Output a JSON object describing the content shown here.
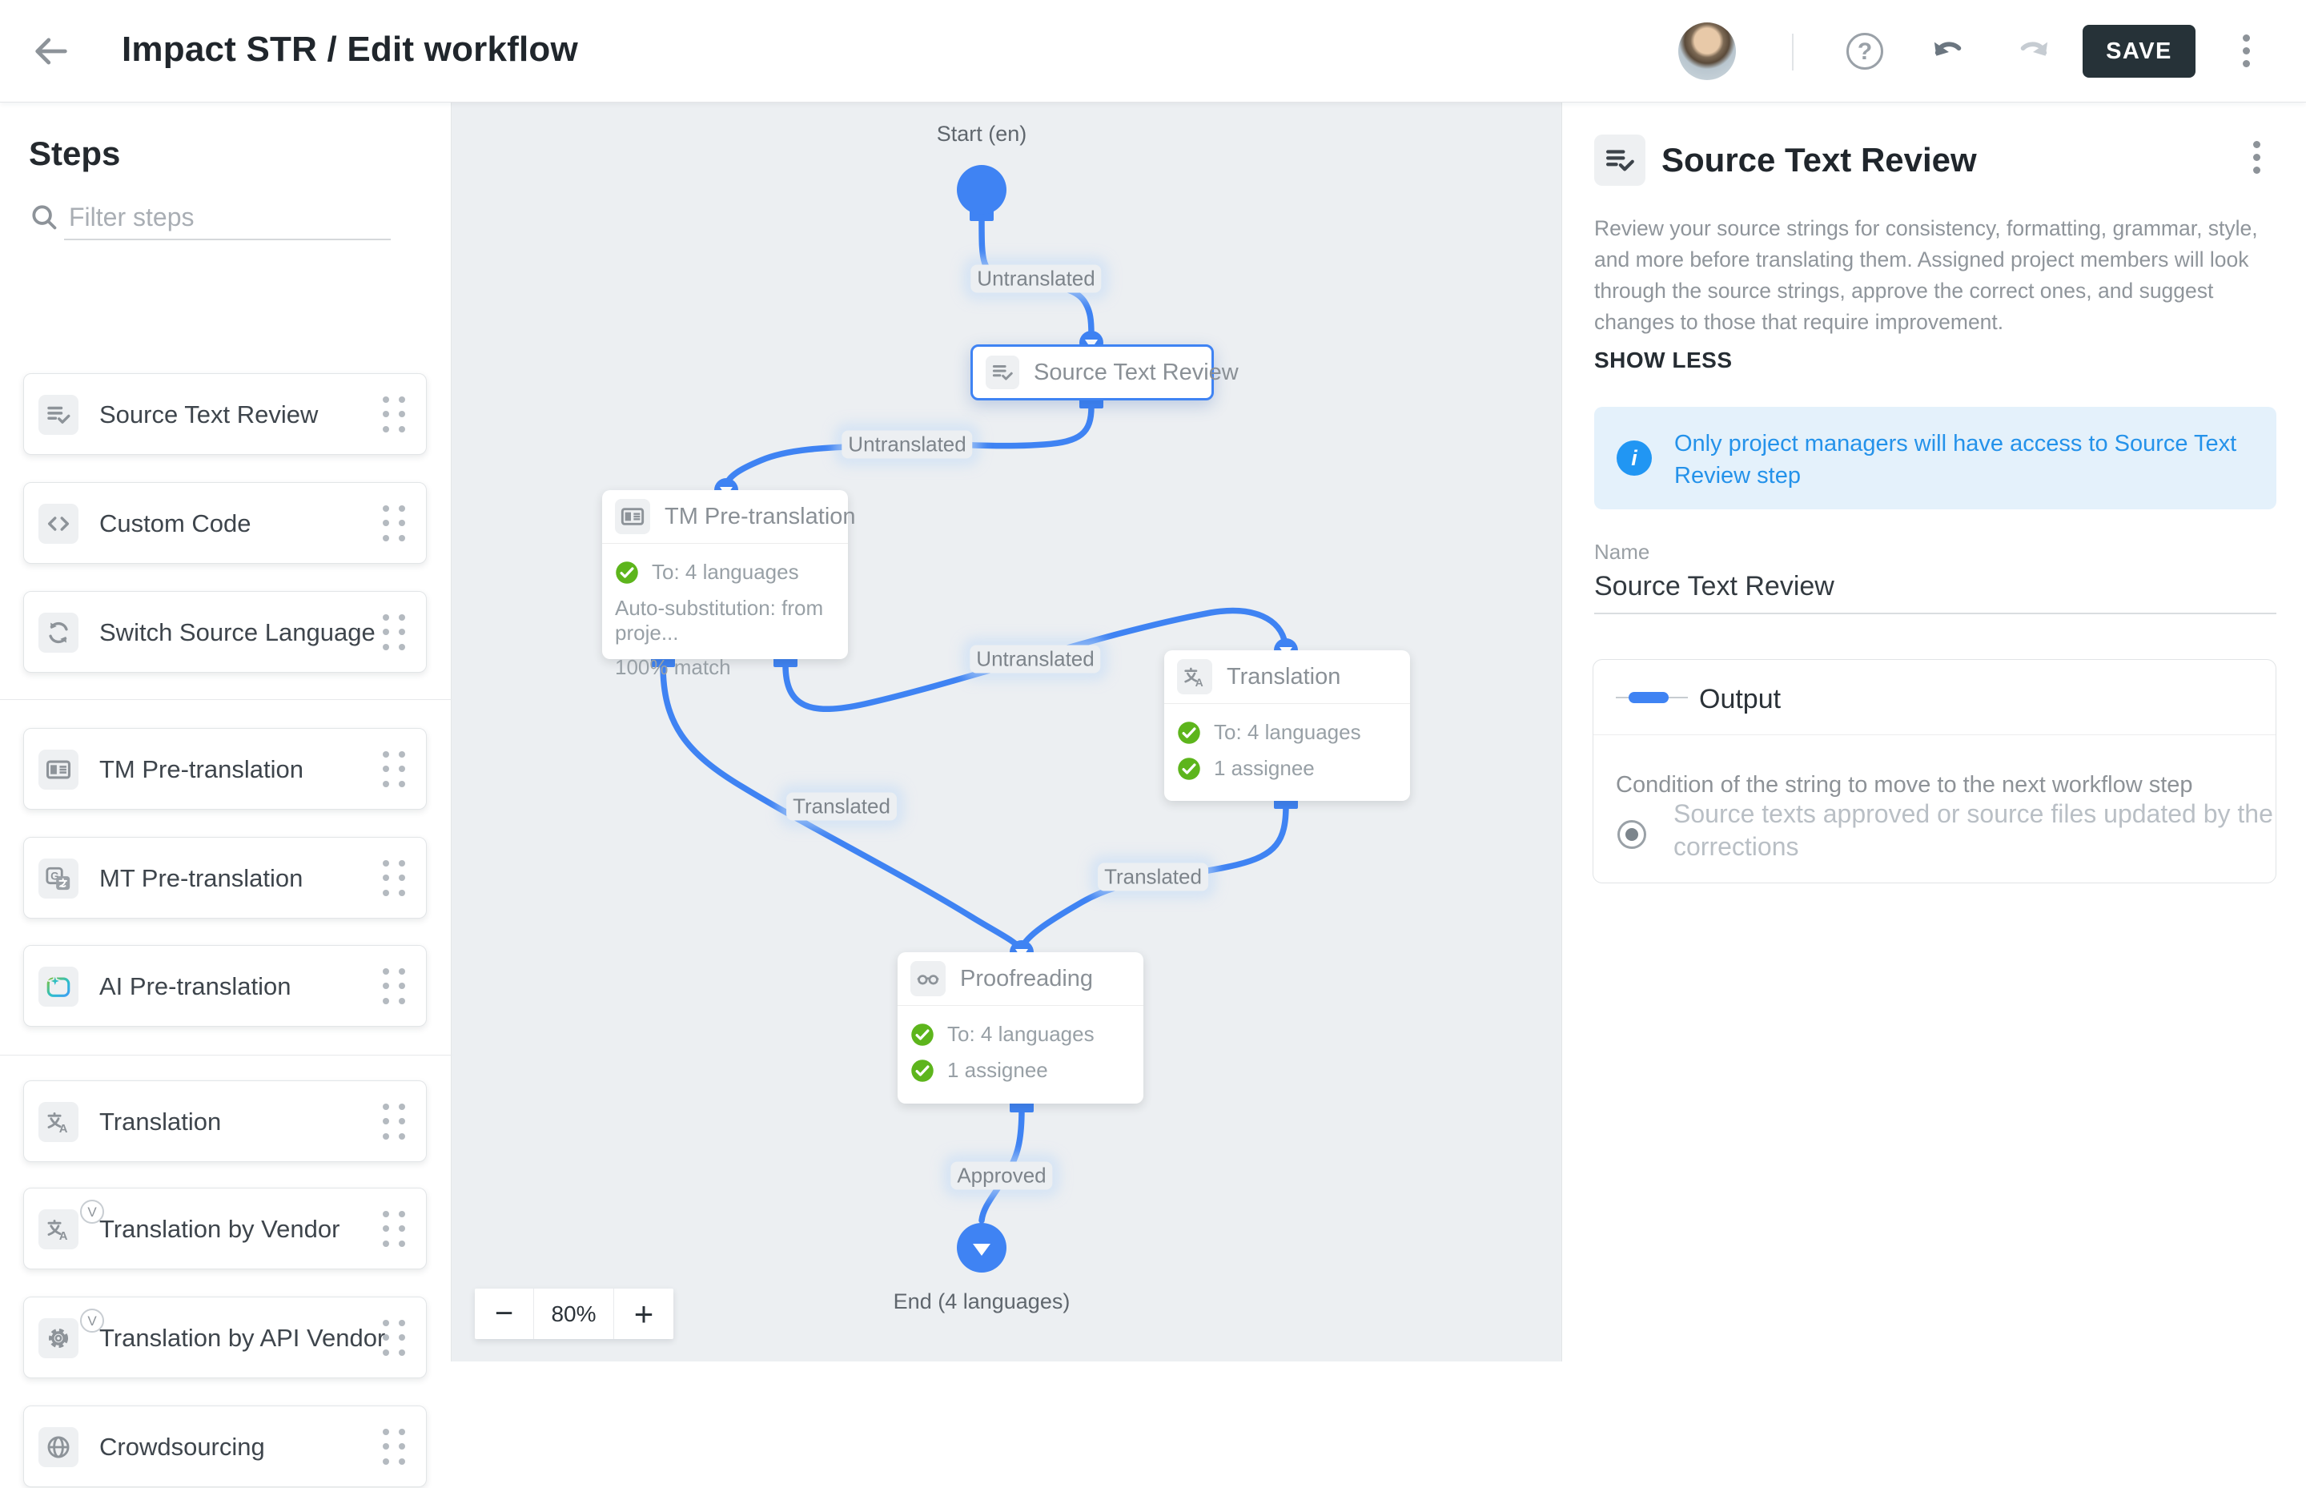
{
  "header": {
    "title": "Impact STR / Edit workflow",
    "save": "SAVE"
  },
  "sidebar": {
    "title": "Steps",
    "filter_placeholder": "Filter steps",
    "vendor_badge": "V",
    "items": [
      {
        "label": "Source Text Review"
      },
      {
        "label": "Custom Code"
      },
      {
        "label": "Switch Source Language"
      },
      {
        "label": "TM Pre-translation"
      },
      {
        "label": "MT Pre-translation"
      },
      {
        "label": "AI Pre-translation"
      },
      {
        "label": "Translation"
      },
      {
        "label": "Translation by Vendor"
      },
      {
        "label": "Translation by API Vendor"
      },
      {
        "label": "Crowdsourcing"
      }
    ]
  },
  "canvas": {
    "start_label": "Start (en)",
    "end_label": "End (4 languages)",
    "zoom_out": "−",
    "zoom_level": "80%",
    "zoom_in": "+",
    "labels": {
      "l1": "Untranslated",
      "l2": "Untranslated",
      "l3": "Untranslated",
      "l4": "Translated",
      "l5": "Translated",
      "l6": "Approved"
    },
    "nodes": {
      "str": {
        "title": "Source Text Review"
      },
      "tm": {
        "title": "TM Pre-translation",
        "row1": "To: 4 languages",
        "row2": "Auto-substitution: from proje...",
        "row3": "100% match"
      },
      "tr": {
        "title": "Translation",
        "row1": "To: 4 languages",
        "row2": "1 assignee"
      },
      "pf": {
        "title": "Proofreading",
        "row1": "To: 4 languages",
        "row2": "1 assignee"
      }
    }
  },
  "panel": {
    "title": "Source Text Review",
    "description": "Review your source strings for consistency, formatting, grammar, style, and more before translating them. Assigned project members will look through the source strings, approve the correct ones, and suggest changes to those that require improvement.",
    "show_less": "SHOW LESS",
    "alert": "Only project managers will have access to Source Text Review step",
    "name_label": "Name",
    "name_value": "Source Text Review",
    "output": {
      "title": "Output",
      "condition": "Condition of the string to move to the next workflow step",
      "option": "Source texts approved or source files updated by the corrections"
    }
  },
  "colors": {
    "accent": "#3f83f3",
    "green": "#5db51c",
    "dark": "#263238",
    "canvas_bg": "#eceff2"
  }
}
